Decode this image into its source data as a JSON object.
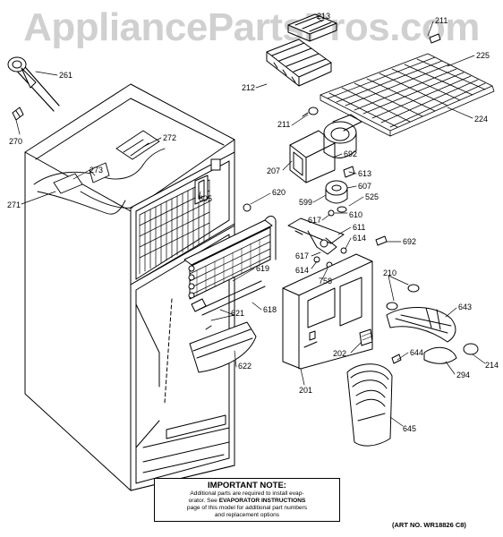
{
  "watermark": "AppliancePartsPros.com",
  "labels": {
    "p211a": "211",
    "p213": "213",
    "p225": "225",
    "p261": "261",
    "p212": "212",
    "p270": "270",
    "p224": "224",
    "p211b": "211",
    "p272": "272",
    "p692a": "692",
    "p207": "207",
    "p613": "613",
    "p273": "273",
    "p607": "607",
    "p271": "271",
    "p605": "605",
    "p620": "620",
    "p599": "599",
    "p525": "525",
    "p610": "610",
    "p617a": "617",
    "p611": "611",
    "p692b": "692",
    "p614a": "614",
    "p617b": "617",
    "p614b": "614",
    "p758": "758",
    "p210": "210",
    "p619": "619",
    "p618": "618",
    "p621": "621",
    "p643": "643",
    "p202": "202",
    "p644": "644",
    "p622": "622",
    "p214": "214",
    "p294": "294",
    "p201": "201",
    "p645": "645"
  },
  "note": {
    "title": "IMPORTANT NOTE:",
    "line1": "Additional parts are required to install evap-",
    "line2a": "orator.  See ",
    "line2b": "EVAPORATOR INSTRUCTIONS",
    "line3": "page of this model for additional part numbers",
    "line4": "and replacement options"
  },
  "art_number": "(ART NO. WR18826 C8)"
}
